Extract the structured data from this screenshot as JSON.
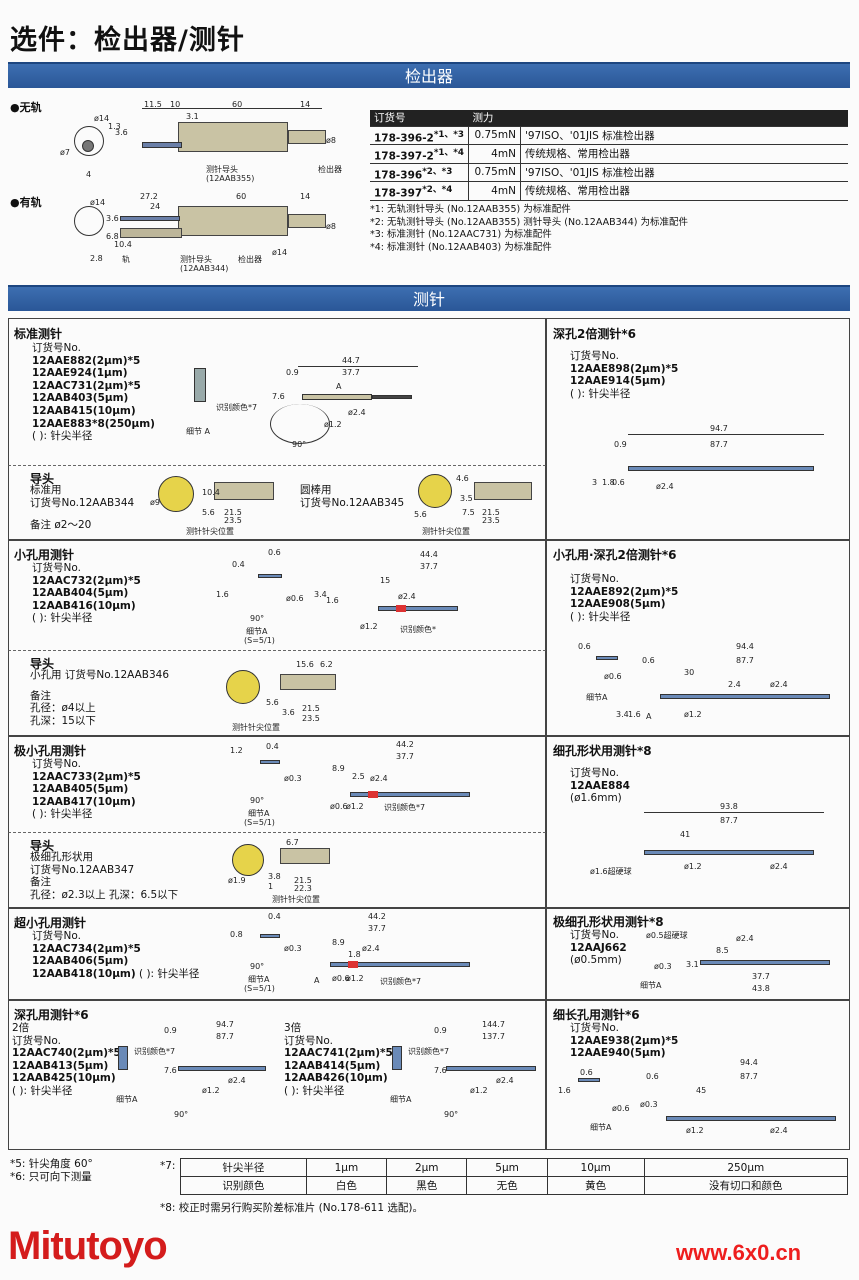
{
  "title": "选件：检出器/测针",
  "detector": {
    "header": "检出器",
    "no_skid": "●无轨",
    "skid": "●有轨",
    "table_head": [
      "订货号",
      "测力",
      ""
    ],
    "rows": [
      {
        "no": "178-396-2",
        "sup": "*1、*3",
        "force": "0.75mN",
        "desc": "'97ISO、'01JIS 标准检出器"
      },
      {
        "no": "178-397-2",
        "sup": "*1、*4",
        "force": "4mN",
        "desc": "传统规格、常用检出器"
      },
      {
        "no": "178-396",
        "sup": "*2、*3",
        "force": "0.75mN",
        "desc": "'97ISO、'01JIS 标准检出器"
      },
      {
        "no": "178-397",
        "sup": "*2、*4",
        "force": "4mN",
        "desc": "传统规格、常用检出器"
      }
    ],
    "notes": [
      "*1: 无轨测针导头 (No.12AAB355) 为标准配件",
      "*2: 无轨测针导头 (No.12AAB355) 测针导头 (No.12AAB344) 为标准配件",
      "*3: 标准测针 (No.12AAC731) 为标准配件",
      "*4: 标准测针 (No.12AAB403) 为标准配件"
    ],
    "d1": {
      "dims": [
        "11.5",
        "10",
        "60",
        "14",
        "3.1",
        "ø14",
        "ø8",
        "1.3",
        "3.6",
        "ø7",
        "4"
      ],
      "labels": [
        "测针导头",
        "(12AAB355)",
        "检出器"
      ]
    },
    "d2": {
      "dims": [
        "27.2",
        "60",
        "14",
        "24",
        "ø14",
        "ø8",
        "3.6",
        "6.8",
        "10.4",
        "2.8",
        "ø14"
      ],
      "labels": [
        "轨",
        "测针导头",
        "(12AAB344)",
        "检出器"
      ]
    }
  },
  "stylus": {
    "header": "测针",
    "standard": {
      "title": "标准测针",
      "order": "订货号No.",
      "items": [
        "12AAE882(2μm)*5",
        "12AAE924(1μm)",
        "12AAC731(2μm)*5",
        "12AAB403(5μm)",
        "12AAB415(10μm)",
        "12AAE883*8(250μm)"
      ],
      "radius": "( ): 针尖半径",
      "dims": [
        "44.7",
        "37.7",
        "0.9",
        "A",
        "7.6",
        "ø2.4",
        "ø1.2",
        "90°",
        "细节 A",
        "识别颜色*7"
      ]
    },
    "guide1": {
      "title": "导头",
      "l1": "标准用",
      "l2": "订货号No.12AAB344",
      "l3": "备注  ø2～20",
      "cap": "测针针尖位置",
      "dims": [
        "21.5",
        "23.5",
        "5.6",
        "10.4",
        "ø9"
      ]
    },
    "guide2": {
      "l1": "圆棒用",
      "l2": "订货号No.12AAB345",
      "cap": "测针针尖位置",
      "dims": [
        "3.5",
        "21.5",
        "23.5",
        "7.5",
        "4.6",
        "5.6"
      ]
    },
    "deep2": {
      "title": "深孔2倍测针*6",
      "order": "订货号No.",
      "items": [
        "12AAE898(2μm)*5",
        "12AAE914(5μm)"
      ],
      "radius": "( ): 针尖半径",
      "dims": [
        "94.7",
        "87.7",
        "0.9",
        "3",
        "1.8",
        "0.6",
        "ø2.4"
      ]
    },
    "small": {
      "title": "小孔用测针",
      "order": "订货号No.",
      "items": [
        "12AAC732(2μm)*5",
        "12AAB404(5μm)",
        "12AAB416(10μm)"
      ],
      "radius": "( ): 针尖半径",
      "dims": [
        "0.6",
        "44.4",
        "37.7",
        "0.4",
        "15",
        "1.6",
        "ø0.6",
        "3.4",
        "1.6",
        "90°",
        "细节A",
        "(S=5/1)",
        "ø1.2",
        "ø2.4",
        "识别颜色*"
      ]
    },
    "guide3": {
      "title": "导头",
      "l1": "小孔用 订货号No.12AAB346",
      "l2": "备注",
      "l3": "孔径：ø4以上",
      "l4": "孔深：15以下",
      "cap": "测针针尖位置",
      "dims": [
        "15.6",
        "6.2",
        "3.6",
        "21.5",
        "23.5",
        "5.6"
      ]
    },
    "small_deep": {
      "title": "小孔用·深孔2倍测针*6",
      "order": "订货号No.",
      "items": [
        "12AAE892(2μm)*5",
        "12AAE908(5μm)"
      ],
      "radius": "( ): 针尖半径",
      "dims": [
        "0.6",
        "94.4",
        "87.7",
        "30",
        "0.6",
        "ø0.6",
        "2.4",
        "ø2.4",
        "细节A",
        "A",
        "3.4",
        "1.6",
        "ø1.2"
      ]
    },
    "tiny": {
      "title": "极小孔用测针",
      "order": "订货号No.",
      "items": [
        "12AAC733(2μm)*5",
        "12AAB405(5μm)",
        "12AAB417(10μm)"
      ],
      "radius": "( ): 针尖半径",
      "dims": [
        "0.4",
        "44.2",
        "37.7",
        "1.2",
        "8.9",
        "2.5",
        "ø0.3",
        "90°",
        "细节A",
        "(S=5/1)",
        "ø0.6",
        "ø1.2",
        "ø2.4",
        "识别颜色*7"
      ]
    },
    "guide4": {
      "title": "导头",
      "l1": "极细孔形状用",
      "l2": "订货号No.12AAB347",
      "l3": "备注",
      "l4": "孔径：ø2.3以上  孔深：6.5以下",
      "cap": "测针针尖位置",
      "dims": [
        "6.7",
        "21.5",
        "22.3",
        "3.8",
        "ø1.9",
        "1"
      ]
    },
    "thin": {
      "title": "细孔形状用测针*8",
      "order": "订货号No.",
      "item": "12AAE884",
      "sub": "(ø1.6mm)",
      "dims": [
        "93.8",
        "87.7",
        "41",
        "ø1.2",
        "ø2.4",
        "ø1.6超硬球"
      ]
    },
    "ultra": {
      "title": "超小孔用测针",
      "order": "订货号No.",
      "items": [
        "12AAC734(2μm)*5",
        "12AAB406(5μm)",
        "12AAB418(10μm)"
      ],
      "radius": "( ): 针尖半径",
      "dims": [
        "0.4",
        "44.2",
        "37.7",
        "0.8",
        "8.9",
        "1.8",
        "ø0.3",
        "90°",
        "细节A",
        "(S=5/1)",
        "ø0.6",
        "ø1.2",
        "ø2.4",
        "识别颜色*7",
        "A"
      ]
    },
    "fine": {
      "title": "极细孔形状用测针*8",
      "order": "订货号No.",
      "item": "12AAJ662",
      "sub": "(ø0.5mm)",
      "dims": [
        "ø0.5超硬球",
        "8.5",
        "ø2.4",
        "37.7",
        "43.8",
        "3.1",
        "ø0.3",
        "细节A"
      ]
    },
    "deep": {
      "title": "深孔用测针*6",
      "x2": "2倍",
      "x3": "3倍",
      "order": "订货号No.",
      "items2": [
        "12AAC740(2μm)*5",
        "12AAB413(5μm)",
        "12AAB425(10μm)"
      ],
      "items3": [
        "12AAC741(2μm)*5",
        "12AAB414(5μm)",
        "12AAB426(10μm)"
      ],
      "radius": "( ): 针尖半径",
      "dims2": [
        "94.7",
        "87.7",
        "0.9",
        "7.6",
        "ø1.2",
        "ø2.4",
        "90°",
        "细节A",
        "识别颜色*7"
      ],
      "dims3": [
        "144.7",
        "137.7",
        "0.9",
        "7.6",
        "ø1.2",
        "ø2.4",
        "90°",
        "细节A",
        "识别颜色*7"
      ]
    },
    "long": {
      "title": "细长孔用测针*6",
      "order": "订货号No.",
      "items": [
        "12AAE938(2μm)*5",
        "12AAE940(5μm)"
      ],
      "dims": [
        "0.6",
        "94.4",
        "87.7",
        "45",
        "0.6",
        "1.6",
        "ø0.3",
        "ø1.2",
        "ø2.4",
        "细节A",
        "ø0.6"
      ]
    }
  },
  "footer": {
    "n5": "*5:  针尖角度 60°",
    "n6": "*6:  只可向下测量",
    "n7": "*7:",
    "color_table": [
      [
        "针尖半径",
        "1μm",
        "2μm",
        "5μm",
        "10μm",
        "250μm"
      ],
      [
        "识别颜色",
        "白色",
        "黑色",
        "无色",
        "黄色",
        "没有切口和颜色"
      ]
    ],
    "n8": "*8:  校正时需另行购买阶差标准片 (No.178-611 选配)。",
    "logo": "Mitutoyo",
    "watermark": "www.6x0.cn"
  },
  "colors": {
    "header_blue": "#2a5797",
    "shaft": "#c9c3a4",
    "tip": "#6a7fa8",
    "logo_red": "#d41c1c"
  }
}
